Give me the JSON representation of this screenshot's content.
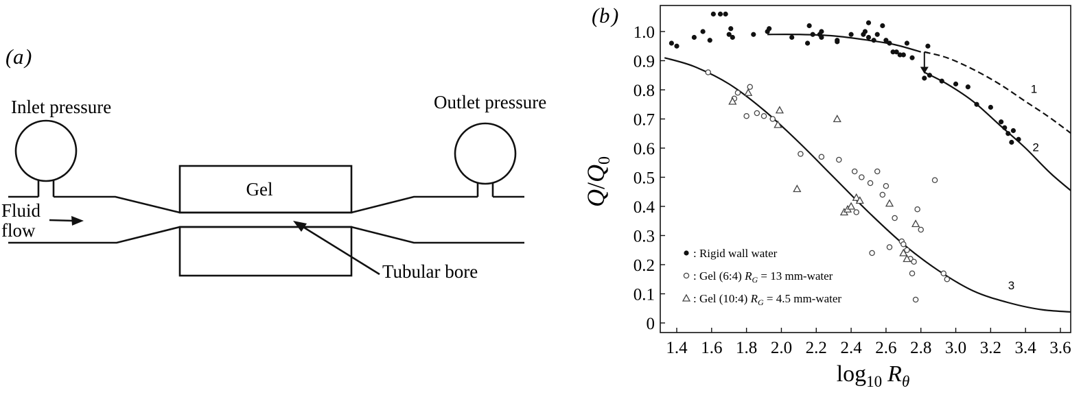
{
  "panel_a": {
    "label_a": "a",
    "inlet_label": "Inlet pressure",
    "outlet_label": "Outlet pressure",
    "gel_label": "Gel",
    "fluid_label_line1": "Fluid",
    "fluid_label_line2": "flow",
    "bore_label": "Tubular bore"
  },
  "panel_b": {
    "label_b": "b"
  },
  "chart_data": {
    "type": "scatter",
    "xlabel_main": "log",
    "xlabel_sub": "10",
    "xlabel_var": "R",
    "xlabel_var_sub": "θ",
    "ylabel_num": "Q",
    "ylabel_den": "Q",
    "ylabel_den_sub": "0",
    "xlim": [
      1.33,
      3.75
    ],
    "ylim": [
      0,
      1.06
    ],
    "x_ticks": [
      "1.4",
      "1.6",
      "1.8",
      "2.0",
      "2.2",
      "2.4",
      "2.6",
      "2.8",
      "3.0",
      "3.2",
      "3.4",
      "3.6"
    ],
    "y_ticks": [
      "0",
      "0.1",
      "0.2",
      "0.3",
      "0.4",
      "0.5",
      "0.6",
      "0.7",
      "0.8",
      "0.9",
      "1.0"
    ],
    "legend": [
      {
        "marker": "filled-circle",
        "prefix": ": Rigid wall water",
        "rg": "",
        "rg_value": ""
      },
      {
        "marker": "open-circle",
        "prefix": ": Gel (6:4) ",
        "rg": "R",
        "rg_sub": "G",
        "rg_value": " = 13 mm-water"
      },
      {
        "marker": "open-triangle",
        "prefix": ": Gel (10:4) ",
        "rg": "R",
        "rg_sub": "G",
        "rg_value": " = 4.5 mm-water"
      }
    ],
    "curve_labels": [
      {
        "text": "1",
        "x": 3.43,
        "y": 0.79
      },
      {
        "text": "2",
        "x": 3.44,
        "y": 0.59
      },
      {
        "text": "3",
        "x": 3.3,
        "y": 0.115
      }
    ],
    "curves": [
      {
        "id": "1",
        "style": "dashed",
        "points": [
          [
            2.82,
            0.93
          ],
          [
            2.95,
            0.91
          ],
          [
            3.1,
            0.87
          ],
          [
            3.25,
            0.82
          ],
          [
            3.4,
            0.76
          ],
          [
            3.55,
            0.7
          ],
          [
            3.75,
            0.61
          ]
        ]
      },
      {
        "id": "1-solid",
        "style": "solid",
        "points": [
          [
            1.92,
            0.99
          ],
          [
            2.1,
            0.99
          ],
          [
            2.3,
            0.985
          ],
          [
            2.5,
            0.97
          ],
          [
            2.65,
            0.955
          ],
          [
            2.8,
            0.93
          ]
        ]
      },
      {
        "id": "2",
        "style": "solid",
        "points": [
          [
            2.82,
            0.86
          ],
          [
            2.95,
            0.82
          ],
          [
            3.1,
            0.76
          ],
          [
            3.25,
            0.68
          ],
          [
            3.4,
            0.6
          ],
          [
            3.55,
            0.51
          ],
          [
            3.75,
            0.41
          ]
        ]
      },
      {
        "id": "3",
        "style": "solid",
        "points": [
          [
            1.33,
            0.91
          ],
          [
            1.5,
            0.88
          ],
          [
            1.7,
            0.82
          ],
          [
            1.9,
            0.73
          ],
          [
            2.1,
            0.62
          ],
          [
            2.3,
            0.5
          ],
          [
            2.5,
            0.38
          ],
          [
            2.7,
            0.27
          ],
          [
            2.9,
            0.18
          ],
          [
            3.1,
            0.11
          ],
          [
            3.3,
            0.07
          ],
          [
            3.5,
            0.045
          ],
          [
            3.75,
            0.035
          ]
        ]
      }
    ],
    "step": {
      "x": 2.82,
      "y_from": 0.93,
      "y_to": 0.86
    },
    "series": [
      {
        "marker": "filled-circle",
        "points": [
          [
            1.37,
            0.96
          ],
          [
            1.4,
            0.95
          ],
          [
            1.5,
            0.98
          ],
          [
            1.55,
            1.0
          ],
          [
            1.59,
            0.97
          ],
          [
            1.61,
            1.06
          ],
          [
            1.65,
            1.06
          ],
          [
            1.68,
            1.06
          ],
          [
            1.7,
            0.99
          ],
          [
            1.71,
            1.01
          ],
          [
            1.72,
            0.98
          ],
          [
            1.84,
            0.99
          ],
          [
            1.92,
            1.0
          ],
          [
            1.93,
            1.01
          ],
          [
            2.06,
            0.98
          ],
          [
            2.15,
            0.96
          ],
          [
            2.16,
            1.02
          ],
          [
            2.18,
            0.99
          ],
          [
            2.22,
            0.99
          ],
          [
            2.23,
            1.0
          ],
          [
            2.23,
            0.98
          ],
          [
            2.32,
            0.97
          ],
          [
            2.32,
            0.965
          ],
          [
            2.4,
            0.99
          ],
          [
            2.47,
            0.99
          ],
          [
            2.48,
            1.0
          ],
          [
            2.5,
            1.03
          ],
          [
            2.5,
            0.98
          ],
          [
            2.53,
            0.97
          ],
          [
            2.55,
            0.99
          ],
          [
            2.58,
            1.02
          ],
          [
            2.6,
            0.97
          ],
          [
            2.62,
            0.96
          ],
          [
            2.64,
            0.93
          ],
          [
            2.66,
            0.93
          ],
          [
            2.68,
            0.92
          ],
          [
            2.7,
            0.92
          ],
          [
            2.72,
            0.96
          ],
          [
            2.84,
            0.95
          ],
          [
            2.75,
            0.91
          ],
          [
            2.85,
            0.85
          ],
          [
            2.82,
            0.84
          ],
          [
            2.92,
            0.83
          ],
          [
            3.0,
            0.82
          ],
          [
            3.07,
            0.81
          ],
          [
            3.12,
            0.75
          ],
          [
            3.2,
            0.74
          ],
          [
            3.26,
            0.69
          ],
          [
            3.28,
            0.67
          ],
          [
            3.3,
            0.65
          ],
          [
            3.32,
            0.62
          ],
          [
            3.33,
            0.66
          ],
          [
            3.36,
            0.63
          ]
        ]
      },
      {
        "marker": "open-circle",
        "points": [
          [
            1.58,
            0.86
          ],
          [
            1.75,
            0.79
          ],
          [
            1.82,
            0.81
          ],
          [
            1.9,
            0.71
          ],
          [
            1.95,
            0.7
          ],
          [
            2.11,
            0.58
          ],
          [
            2.23,
            0.57
          ],
          [
            2.33,
            0.56
          ],
          [
            2.42,
            0.52
          ],
          [
            2.46,
            0.5
          ],
          [
            2.51,
            0.48
          ],
          [
            2.55,
            0.52
          ],
          [
            2.6,
            0.47
          ],
          [
            2.58,
            0.44
          ],
          [
            2.65,
            0.36
          ],
          [
            2.69,
            0.28
          ],
          [
            2.7,
            0.27
          ],
          [
            2.72,
            0.25
          ],
          [
            2.74,
            0.22
          ],
          [
            2.76,
            0.21
          ],
          [
            2.78,
            0.39
          ],
          [
            2.8,
            0.32
          ],
          [
            2.75,
            0.17
          ],
          [
            2.77,
            0.08
          ],
          [
            2.62,
            0.26
          ],
          [
            2.52,
            0.24
          ],
          [
            2.43,
            0.38
          ],
          [
            2.88,
            0.49
          ],
          [
            2.93,
            0.17
          ],
          [
            2.95,
            0.15
          ],
          [
            1.73,
            0.77
          ],
          [
            1.86,
            0.72
          ],
          [
            1.8,
            0.71
          ]
        ]
      },
      {
        "marker": "open-triangle",
        "points": [
          [
            1.72,
            0.76
          ],
          [
            1.81,
            0.79
          ],
          [
            1.99,
            0.73
          ],
          [
            1.98,
            0.68
          ],
          [
            2.09,
            0.46
          ],
          [
            2.36,
            0.38
          ],
          [
            2.38,
            0.39
          ],
          [
            2.4,
            0.4
          ],
          [
            2.43,
            0.43
          ],
          [
            2.45,
            0.42
          ],
          [
            2.32,
            0.7
          ],
          [
            2.62,
            0.41
          ],
          [
            2.7,
            0.24
          ],
          [
            2.72,
            0.22
          ],
          [
            2.77,
            0.34
          ]
        ]
      }
    ]
  }
}
